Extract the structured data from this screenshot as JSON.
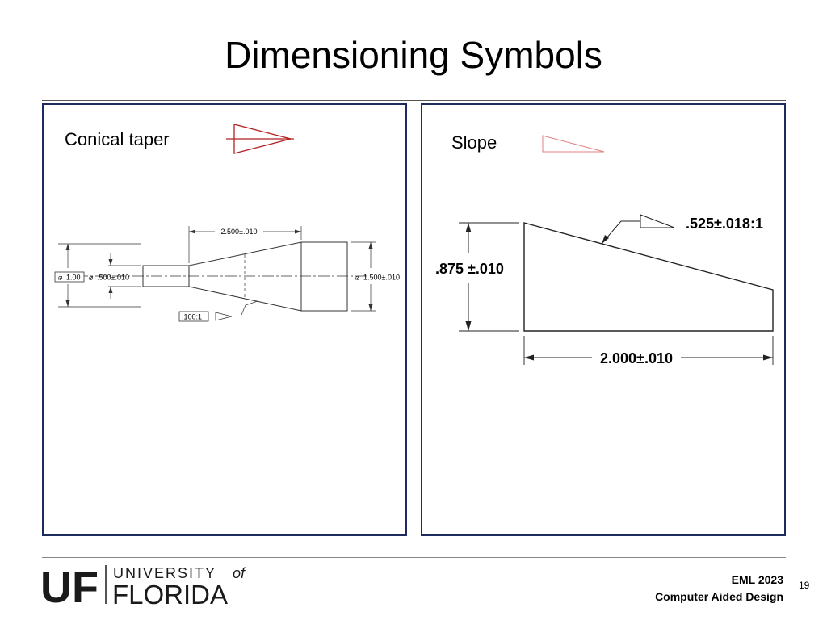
{
  "slide": {
    "title": "Dimensioning Symbols",
    "page_number": "19"
  },
  "left_panel": {
    "label": "Conical taper",
    "symbol_icon": "conical-taper-symbol",
    "symbol_color": "#b22222",
    "drawing": {
      "length_dim": "2.500±.010",
      "small_dia_box": "1.00",
      "mid_dia": ".500±.010",
      "large_dia": "1.500±.010",
      "taper_callout": ".100:1",
      "diameter_symbol": "⌀"
    }
  },
  "right_panel": {
    "label": "Slope",
    "symbol_icon": "slope-symbol",
    "symbol_color": "#e08080",
    "drawing": {
      "height_dim": ".875 ±.010",
      "width_dim": "2.000±.010",
      "slope_callout": ".525±.018:1"
    }
  },
  "footer": {
    "logo_letters": "UF",
    "logo_line1": "UNIVERSITY",
    "logo_of": "of",
    "logo_line2": "FLORIDA",
    "course_code": "EML 2023",
    "course_name": "Computer Aided Design",
    "brand_color": "#1f2a5e"
  }
}
